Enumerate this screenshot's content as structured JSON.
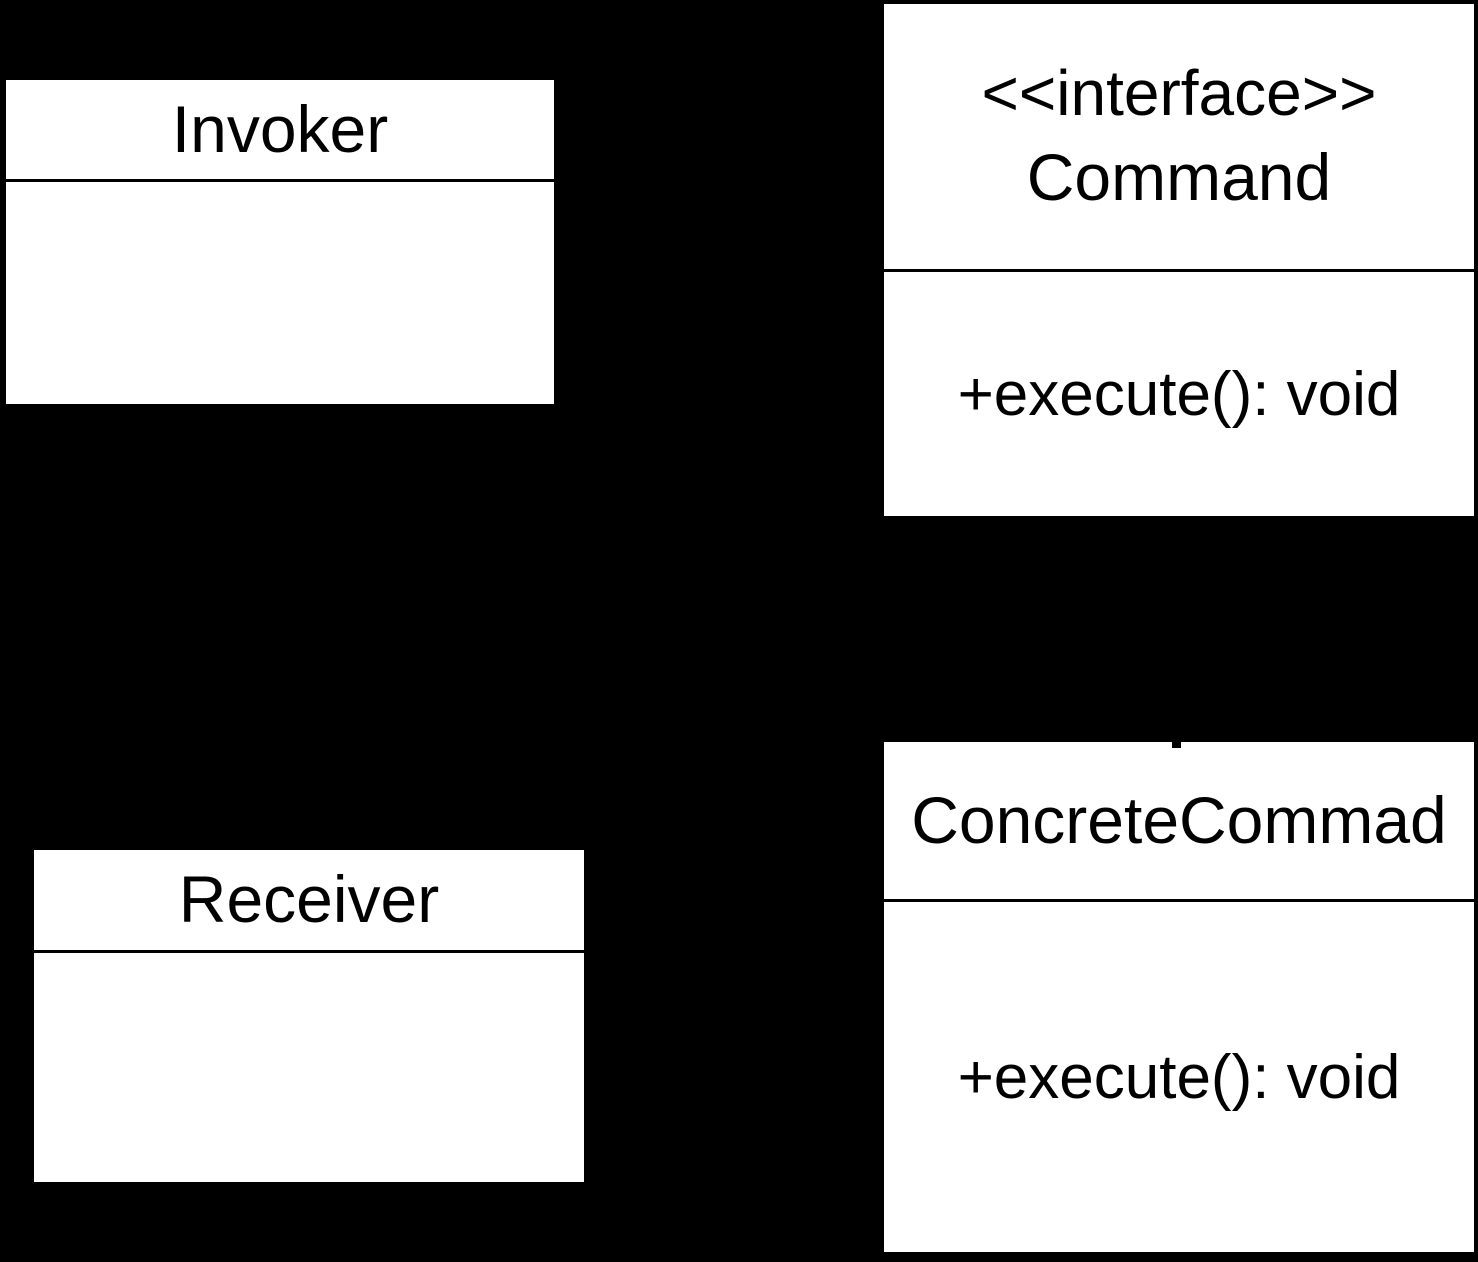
{
  "diagram": {
    "type": "uml-class-diagram",
    "pattern": "Command",
    "colors": {
      "background": "#000000",
      "box_fill": "#ffffff",
      "box_border": "#000000",
      "text": "#000000"
    },
    "boxes": {
      "invoker": {
        "name": "Invoker",
        "methods": ""
      },
      "command": {
        "stereotype": "<<interface>>",
        "name": "Command",
        "method": "+execute(): void"
      },
      "receiver": {
        "name": "Receiver",
        "methods": ""
      },
      "concrete": {
        "name": "ConcreteCommad",
        "method": "+execute(): void"
      }
    }
  }
}
